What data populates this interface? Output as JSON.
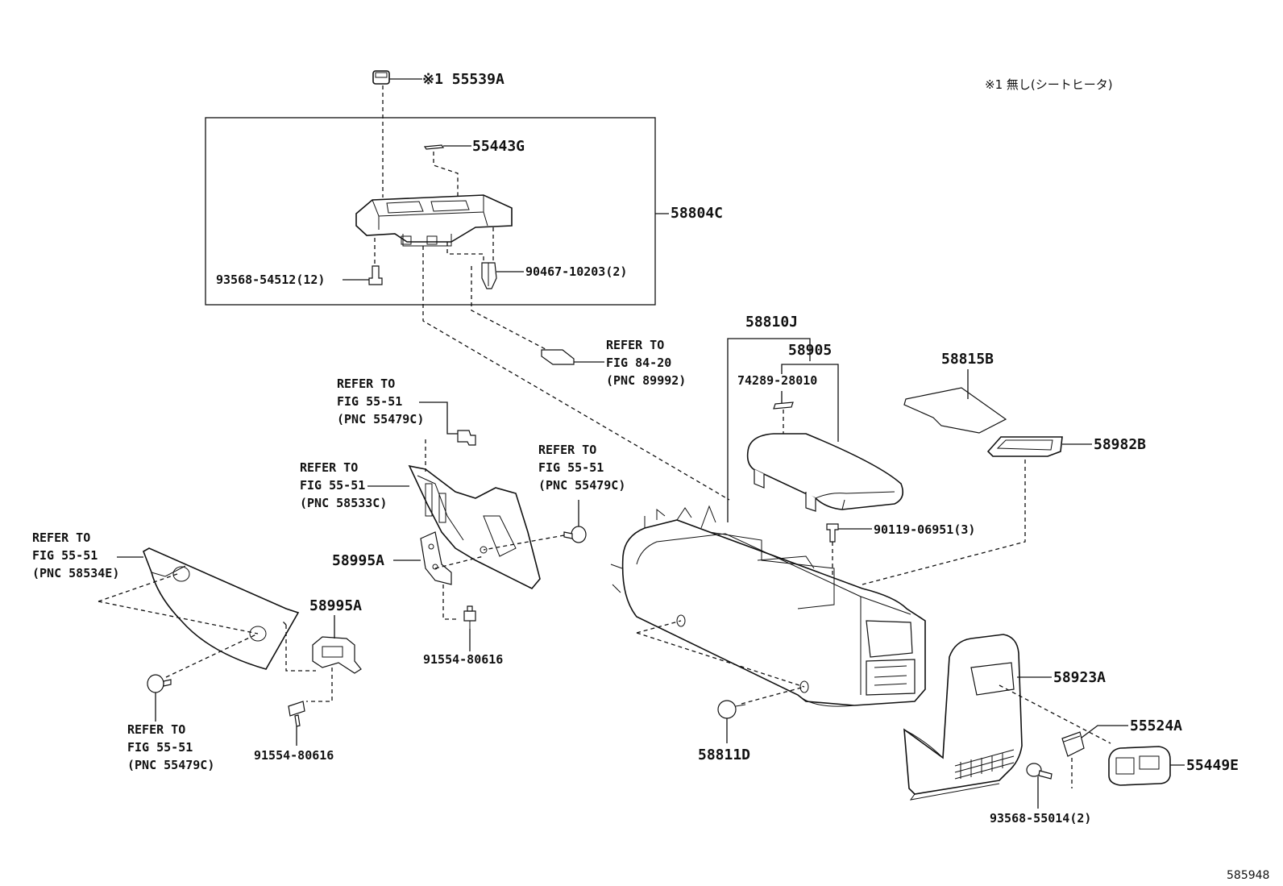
{
  "note": "※1 無し(シートヒータ)",
  "footer_id": "585948",
  "labels": {
    "p55539A": "※1 55539A",
    "p55443G": "55443G",
    "p58804C": "58804C",
    "p93568_54512": "93568-54512(12)",
    "p90467_10203": "90467-10203(2)",
    "p58810J": "58810J",
    "p58905": "58905",
    "p74289_28010": "74289-28010",
    "p58815B": "58815B",
    "p58982B": "58982B",
    "p90119_06951": "90119-06951(3)",
    "p58995A_1": "58995A",
    "p58995A_2": "58995A",
    "p91554_80616_1": "91554-80616",
    "p91554_80616_2": "91554-80616",
    "p58923A": "58923A",
    "p55524A": "55524A",
    "p55449E": "55449E",
    "p93568_55014": "93568-55014(2)",
    "p58811D": "58811D"
  },
  "references": {
    "ref_84_20": {
      "line1": "REFER TO",
      "line2": "FIG 84-20",
      "line3": "(PNC 89992)"
    },
    "ref_55479C_top": {
      "line1": "REFER TO",
      "line2": "FIG 55-51",
      "line3": "(PNC 55479C)"
    },
    "ref_58533C": {
      "line1": "REFER TO",
      "line2": "FIG 55-51",
      "line3": "(PNC 58533C)"
    },
    "ref_55479C_mid": {
      "line1": "REFER TO",
      "line2": "FIG 55-51",
      "line3": "(PNC 55479C)"
    },
    "ref_58534E": {
      "line1": "REFER TO",
      "line2": "FIG 55-51",
      "line3": "(PNC 58534E)"
    },
    "ref_55479C_bottom": {
      "line1": "REFER TO",
      "line2": "FIG 55-51",
      "line3": "(PNC 55479C)"
    }
  }
}
